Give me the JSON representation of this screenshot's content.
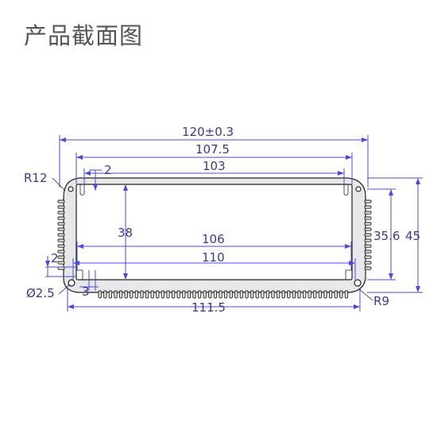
{
  "title": "产品截面图",
  "colors": {
    "dimension": "#4a4ae0",
    "outline": "#222222",
    "profile_fill": "#e8e8ea"
  },
  "dimensions": {
    "overall_width": "120±0.3",
    "inner_top_width": "107.5",
    "cavity_width": "103",
    "slot_offset": "2",
    "cavity_height": "38",
    "rail_span_inner": "106",
    "rail_span_outer": "110",
    "side_offset": "2",
    "hole_dia": "Ø2.5",
    "small_dim": "3",
    "bottom_width": "111.5",
    "inner_height": "35.6",
    "overall_height": "45",
    "radius_top": "R12",
    "radius_bottom": "R9"
  }
}
